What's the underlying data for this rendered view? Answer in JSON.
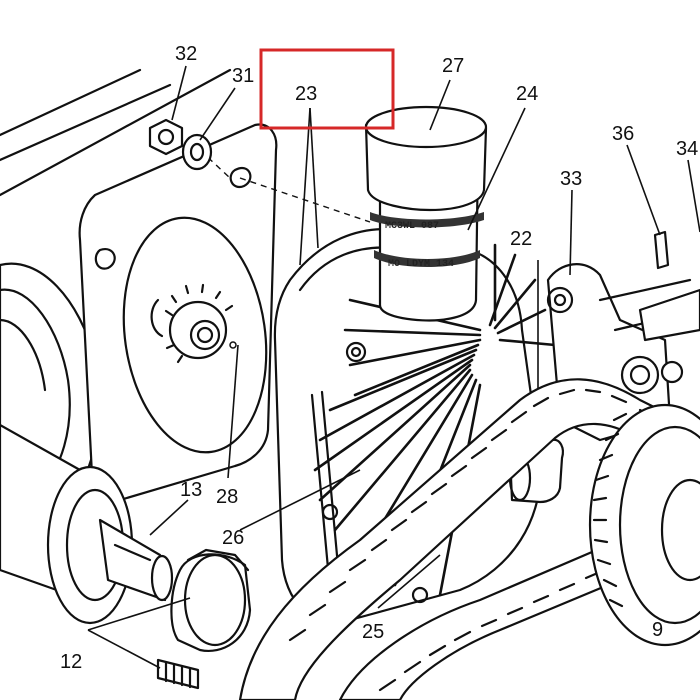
{
  "callouts": [
    {
      "id": "c32",
      "text": "32"
    },
    {
      "id": "c31",
      "text": "31"
    },
    {
      "id": "c23",
      "text": "23"
    },
    {
      "id": "c27",
      "text": "27"
    },
    {
      "id": "c24",
      "text": "24"
    },
    {
      "id": "c36",
      "text": "36"
    },
    {
      "id": "c34",
      "text": "34"
    },
    {
      "id": "c33",
      "text": "33"
    },
    {
      "id": "c22",
      "text": "22"
    },
    {
      "id": "c13",
      "text": "13"
    },
    {
      "id": "c28",
      "text": "28"
    },
    {
      "id": "c26",
      "text": "26"
    },
    {
      "id": "c25",
      "text": "25"
    },
    {
      "id": "c12",
      "text": "12"
    },
    {
      "id": "c9",
      "text": "9"
    }
  ],
  "highlight": {
    "target": "23",
    "color": "#d62828"
  },
  "reservoir_print": {
    "line1": "MC3WL 087",
    "line2": "MO LDYM 134"
  }
}
